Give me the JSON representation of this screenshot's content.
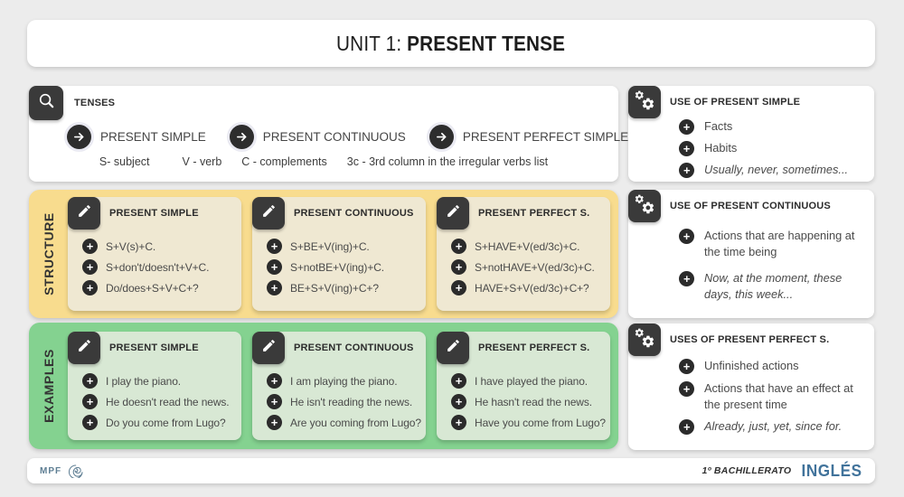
{
  "header": {
    "title_prefix": "UNIT 1: ",
    "title_bold": "PRESENT TENSE"
  },
  "tenses": {
    "title": "TENSES",
    "items": [
      "PRESENT SIMPLE",
      "PRESENT CONTINUOUS",
      "PRESENT PERFECT SIMPLE"
    ],
    "legend": [
      "S- subject",
      "V - verb",
      "C - complements",
      "3c - 3rd column in the irregular verbs list"
    ]
  },
  "structure": {
    "label": "STRUCTURE",
    "cards": [
      {
        "title": "PRESENT SIMPLE",
        "items": [
          "S+V(s)+C.",
          "S+don't/doesn't+V+C.",
          "Do/does+S+V+C+?"
        ]
      },
      {
        "title": "PRESENT CONTINUOUS",
        "items": [
          "S+BE+V(ing)+C.",
          "S+notBE+V(ing)+C.",
          "BE+S+V(ing)+C+?"
        ]
      },
      {
        "title": "PRESENT PERFECT S.",
        "items": [
          "S+HAVE+V(ed/3c)+C.",
          "S+notHAVE+V(ed/3c)+C.",
          "HAVE+S+V(ed/3c)+C+?"
        ]
      }
    ]
  },
  "examples": {
    "label": "EXAMPLES",
    "cards": [
      {
        "title": "PRESENT SIMPLE",
        "items": [
          "I play the piano.",
          "He doesn't read the news.",
          "Do you come from Lugo?"
        ]
      },
      {
        "title": "PRESENT CONTINUOUS",
        "items": [
          "I am playing the piano.",
          "He isn't reading the news.",
          "Are you coming from Lugo?"
        ]
      },
      {
        "title": "PRESENT PERFECT S.",
        "items": [
          "I have played the piano.",
          "He hasn't read the news.",
          "Have you come from Lugo?"
        ]
      }
    ]
  },
  "uses": [
    {
      "title": "USE OF PRESENT SIMPLE",
      "items": [
        {
          "text": "Facts",
          "italic": false
        },
        {
          "text": "Habits",
          "italic": false
        },
        {
          "text": "Usually, never, sometimes...",
          "italic": true
        }
      ]
    },
    {
      "title": "USE OF PRESENT CONTINUOUS",
      "items": [
        {
          "text": "Actions that are happening at the time being",
          "italic": false
        },
        {
          "text": "Now, at the moment, these days, this week...",
          "italic": true
        }
      ]
    },
    {
      "title": "USES OF PRESENT PERFECT S.",
      "items": [
        {
          "text": "Unfinished actions",
          "italic": false
        },
        {
          "text": "Actions that have an effect at the present time",
          "italic": false
        },
        {
          "text": "Already, just, yet, since for.",
          "italic": true
        }
      ]
    }
  ],
  "footer": {
    "author": "MPF",
    "level": "1º BACHILLERATO",
    "subject": "INGLÉS"
  },
  "colors": {
    "page_bg": "#ececec",
    "card_bg": "#ffffff",
    "badge_dark": "#3a3a3a",
    "structure_band": "#f8dc8e",
    "structure_card": "#efe8d2",
    "examples_band": "#84d290",
    "examples_card": "#d8e8d4",
    "accent_blue": "#41739b",
    "text": "#4a4a4a"
  }
}
